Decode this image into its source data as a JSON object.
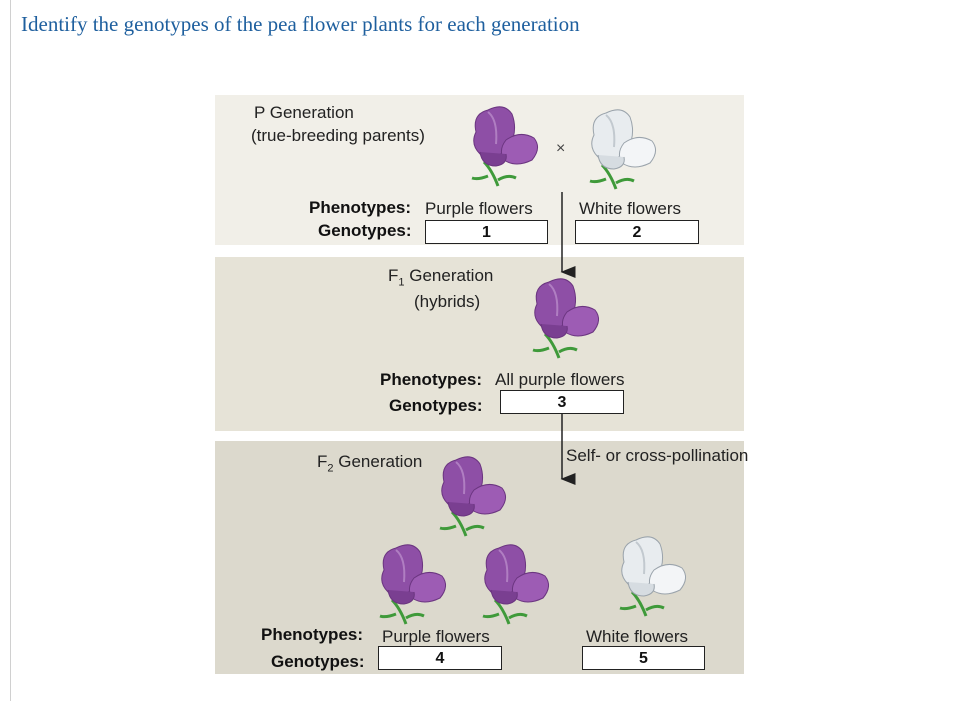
{
  "question": "Identify the genotypes of the pea flower plants for each generation",
  "p_generation": {
    "title": "P Generation",
    "subtitle": "(true-breeding parents)",
    "cross_symbol": "×",
    "phenotypes_label": "Phenotypes:",
    "genotypes_label": "Genotypes:",
    "purple": "Purple flowers",
    "white": "White flowers",
    "box1": "1",
    "box2": "2"
  },
  "f1_generation": {
    "title_prefix": "F",
    "title_sub": "1",
    "title_rest": "Generation",
    "subtitle": "(hybrids)",
    "phenotypes_label": "Phenotypes:",
    "genotypes_label": "Genotypes:",
    "phenotype": "All purple flowers",
    "box3": "3"
  },
  "pollination_label": "Self- or cross-pollination",
  "f2_generation": {
    "title_prefix": "F",
    "title_sub": "2",
    "title_rest": "Generation",
    "phenotypes_label": "Phenotypes:",
    "genotypes_label": "Genotypes:",
    "purple": "Purple flowers",
    "white": "White flowers",
    "box4": "4",
    "box5": "5"
  },
  "colors": {
    "question_text": "#1e5f9e",
    "purple_flower": "#8e4fa6",
    "white_flower": "#e4e8ec",
    "stem": "#3f9a3a"
  }
}
